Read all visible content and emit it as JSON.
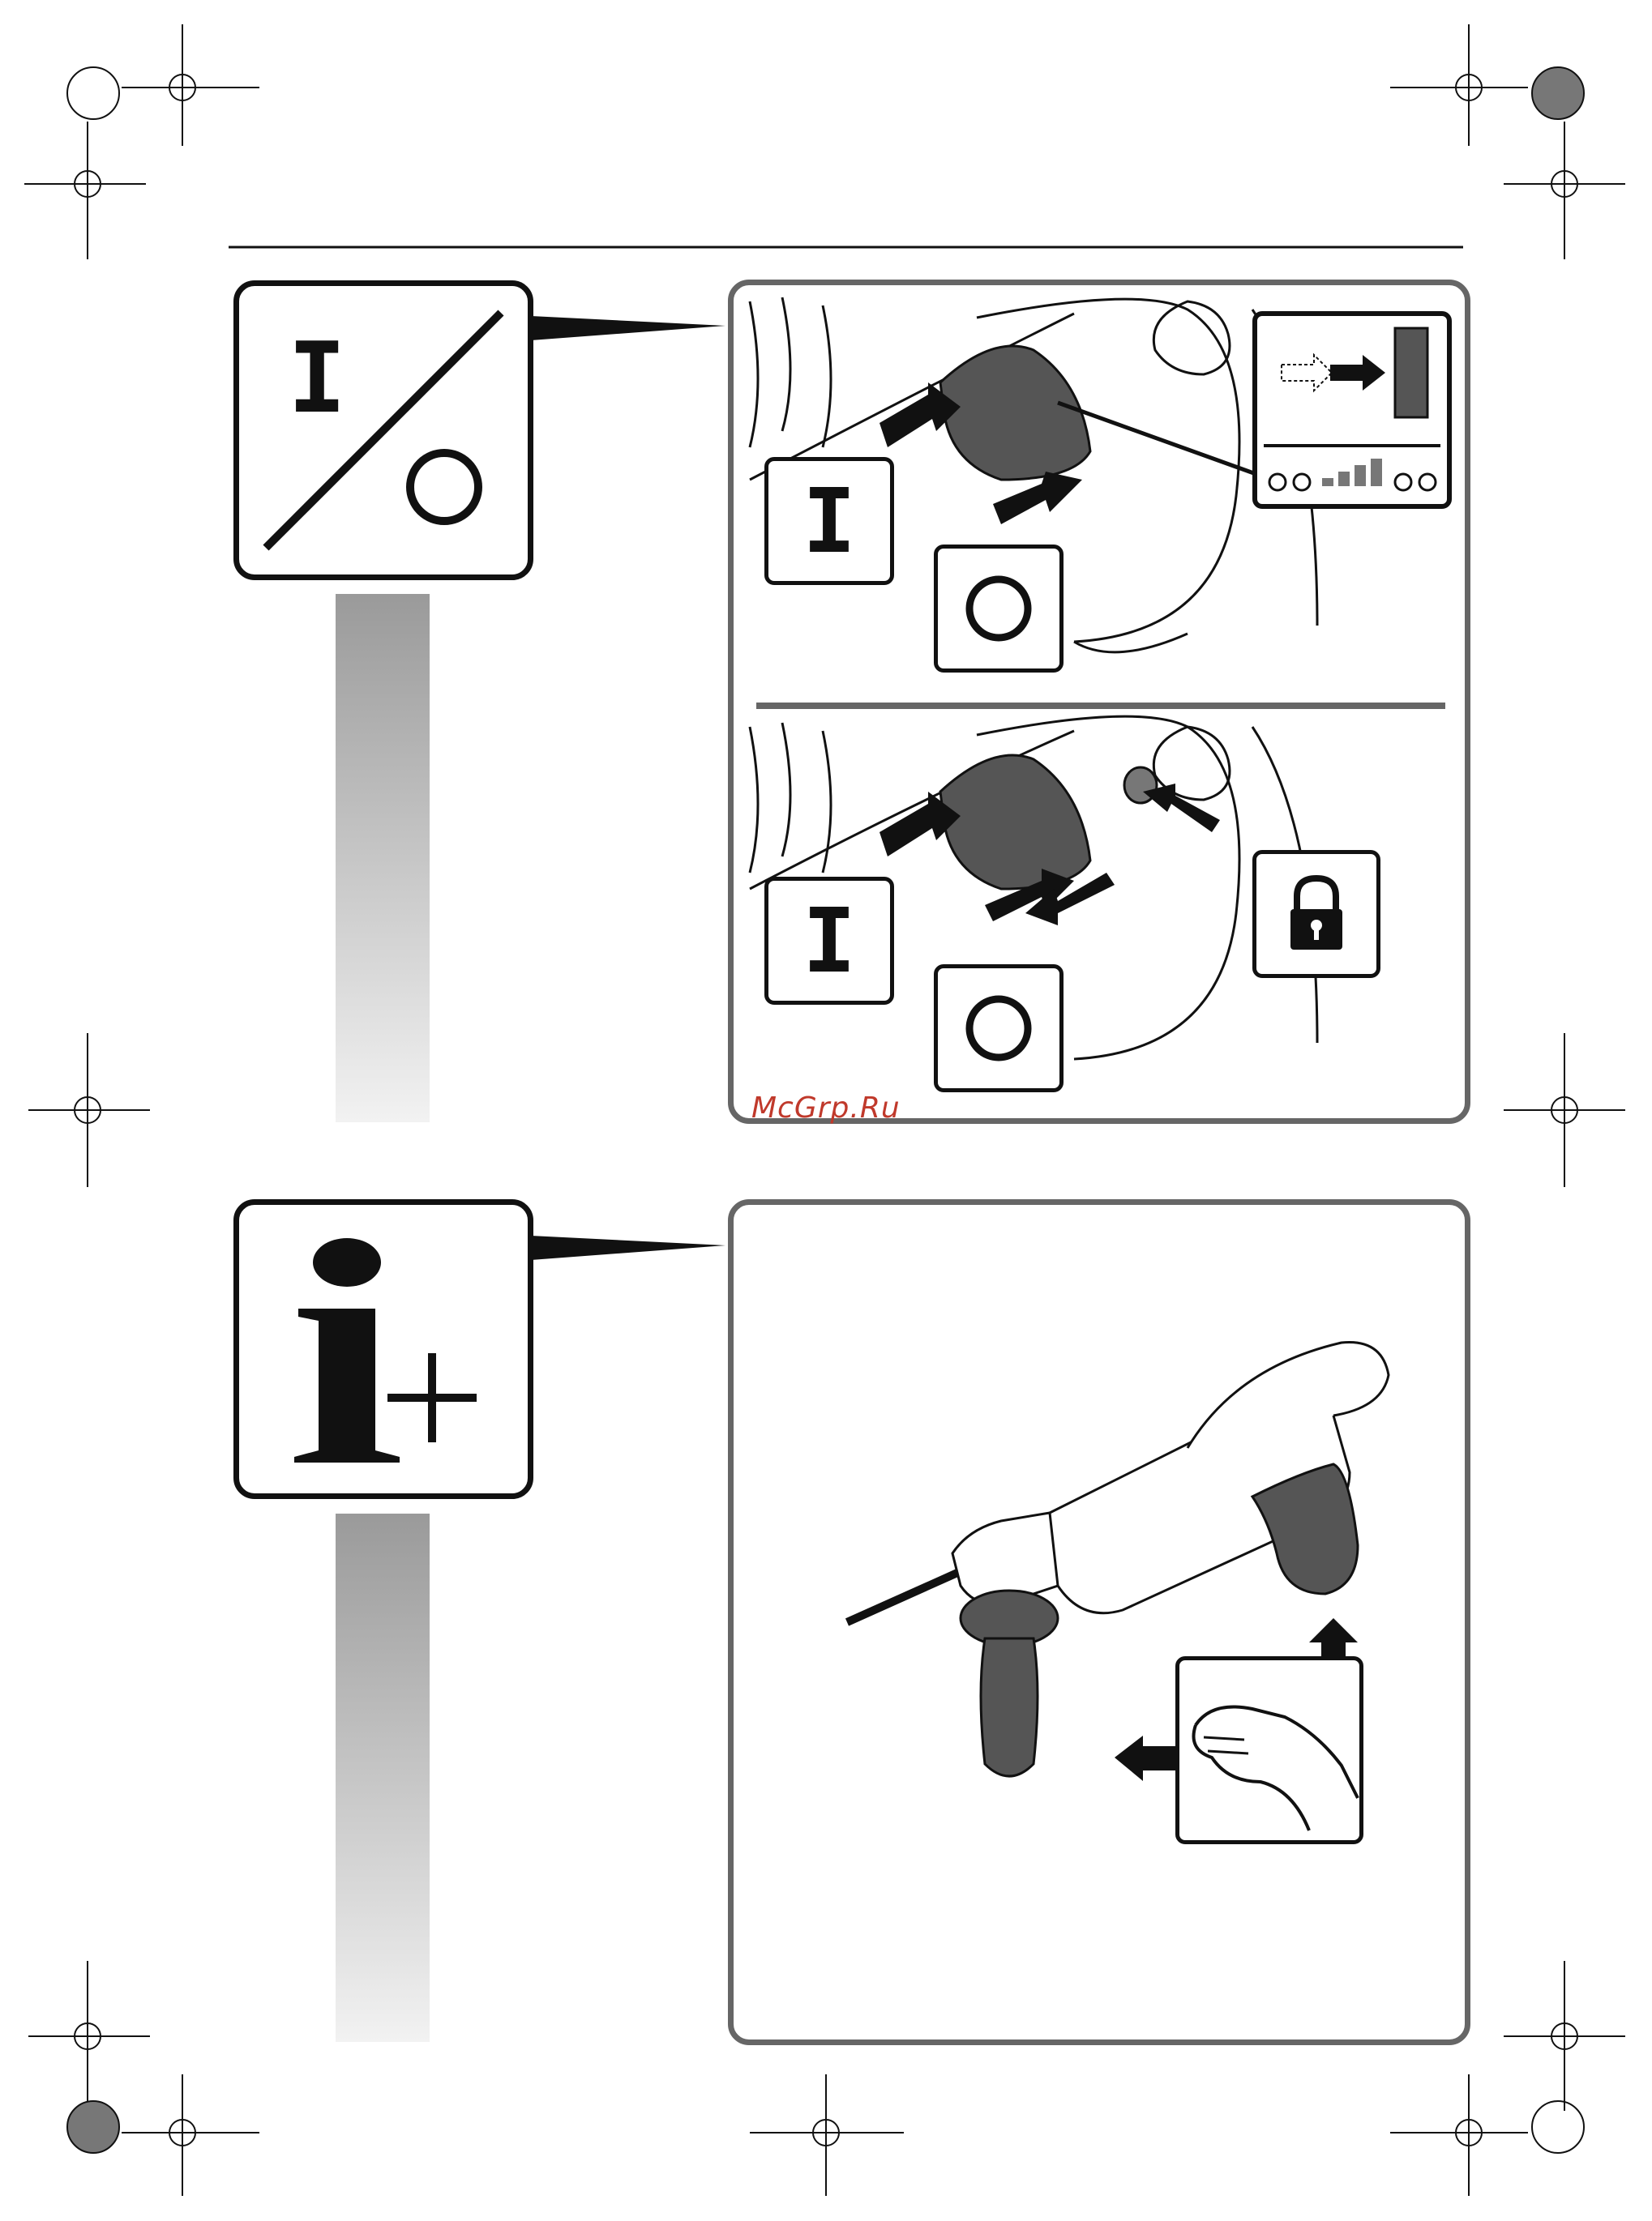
{
  "page": {
    "watermark": "McGrp.Ru",
    "colors": {
      "frame": "#666666",
      "ink": "#111111",
      "watermark": "#c0392b",
      "tool_dark": "#555555"
    }
  },
  "section_switch": {
    "icon": "on-off-switch-icon",
    "icon_on_symbol": "I",
    "icon_off_symbol": "O",
    "panel_top": {
      "label_on": "I",
      "label_off": "O",
      "speed_inset": "speed-control-icon"
    },
    "panel_bottom": {
      "label_on": "I",
      "label_off": "O",
      "lock": "lock-icon"
    }
  },
  "section_handle": {
    "icon": "info-plus-icon",
    "illustration": "drill-with-auxiliary-handle",
    "inset": "hand-icon"
  }
}
